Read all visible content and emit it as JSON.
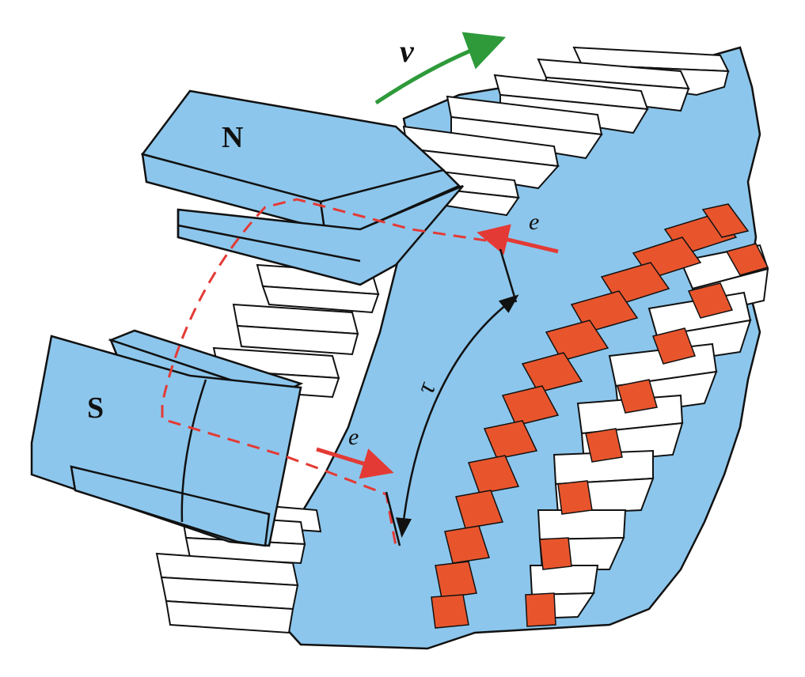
{
  "labels": {
    "north_pole": "N",
    "south_pole": "S",
    "velocity": "v",
    "emf_top": "e",
    "emf_bottom": "e",
    "pole_pitch": "τ"
  },
  "colors": {
    "iron_blue": "#8cc6ec",
    "outline": "#111111",
    "slot_white": "#ffffff",
    "winding_red": "#e8552d",
    "flux_dashed_red": "#e43a35",
    "emf_arrow_red": "#e43a35",
    "velocity_arrow_green": "#2e9a3a",
    "pitch_arrow_black": "#111111"
  },
  "icons": {
    "north_pole": "magnet-pole-block",
    "south_pole": "magnet-pole-block",
    "armature": "slotted-armature-core",
    "winding": "end-winding-coils"
  }
}
